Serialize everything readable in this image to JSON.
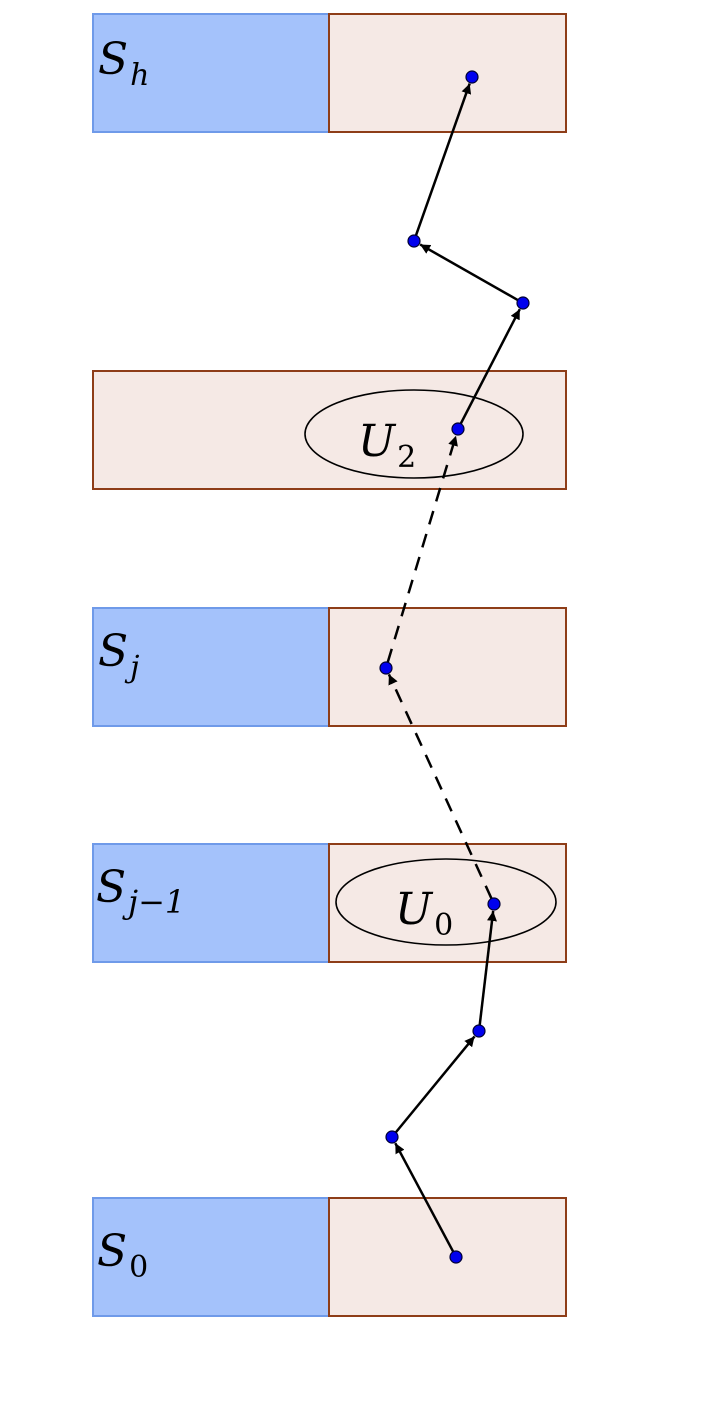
{
  "colors": {
    "set_fill": "#a4c2fb",
    "set_stroke": "#6f9ae9",
    "rest_fill": "#f5e9e5",
    "rest_stroke": "#8e3d18",
    "node_fill": "#0000ee",
    "node_stroke": "#000033",
    "edge": "#000000"
  },
  "rows": [
    {
      "id": "row-h",
      "has_set": true,
      "label": {
        "main": "S",
        "sub": "h"
      }
    },
    {
      "id": "row-u2",
      "has_set": false,
      "label": null
    },
    {
      "id": "row-j",
      "has_set": true,
      "label": {
        "main": "S",
        "sub": "j"
      }
    },
    {
      "id": "row-j1",
      "has_set": true,
      "label": {
        "main": "S",
        "sub": "j−1"
      }
    },
    {
      "id": "row-0",
      "has_set": true,
      "label": {
        "main": "S",
        "sub": "0"
      }
    }
  ],
  "ellipses": [
    {
      "id": "u2",
      "label": {
        "main": "U",
        "sub": "2"
      }
    },
    {
      "id": "u0",
      "label": {
        "main": "U",
        "sub": "0"
      }
    }
  ],
  "nodes": [
    "p0",
    "p1",
    "p2",
    "p3",
    "p4",
    "p5",
    "p6",
    "p7",
    "p8",
    "p9"
  ],
  "edges": [
    {
      "from": "p0",
      "to": "p1",
      "style": "solid"
    },
    {
      "from": "p1",
      "to": "p2",
      "style": "solid"
    },
    {
      "from": "p2",
      "to": "p3",
      "style": "solid"
    },
    {
      "from": "p3",
      "to": "p4",
      "style": "dashed"
    },
    {
      "from": "p4",
      "to": "p5",
      "style": "dashed"
    },
    {
      "from": "p5",
      "to": "p6",
      "style": "solid"
    },
    {
      "from": "p6",
      "to": "p7",
      "style": "solid"
    },
    {
      "from": "p7",
      "to": "p8",
      "style": "solid"
    },
    {
      "from": "p8",
      "to": "p9",
      "style": "solid"
    }
  ]
}
